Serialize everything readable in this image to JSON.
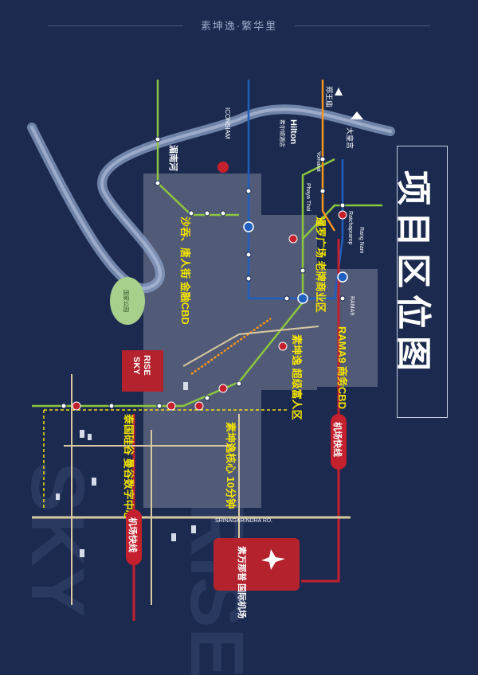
{
  "header": {
    "title": "素坤逸·繁华里"
  },
  "side_title": "项目区位图",
  "zones": {
    "cbd1": "沙吞、唐人街 金融CBD",
    "cbd2": "暹罗广场 老牌商业区",
    "rich": "素坤逸 超级富人区",
    "rama9": "RAMA9 商务CBD",
    "digital": "泰国硅谷 曼谷数字中心",
    "core": "素坤逸核心 10分钟"
  },
  "roads": {
    "srinagarindra": "SRINAGARINDRA RD.",
    "rama9_rd": "RAMA9",
    "ratchaprarop": "Ratchaprarop",
    "rang_nam": "Rang Nam",
    "yomarat": "Yomarat",
    "phaya_thai": "Phaya Thai"
  },
  "labels": {
    "hilton": "Hilton",
    "hilton_cn": "希尔顿酒店",
    "iconsiam": "ICONSIAM",
    "palace": "大皇宫",
    "king_palace": "郑王庙",
    "lumpini": "国家公园",
    "river_label": "湄南河",
    "airport_link1": "机场快线",
    "airport_link2": "机场快线",
    "airport": "素万那普 国际机场",
    "sky": "SKY",
    "rise": "RISE",
    "watermark1": "SKY",
    "watermark2": "RISE"
  },
  "colors": {
    "background": "#1b2a4e",
    "zone": "#5b647f",
    "green_line": "#8dc63f",
    "blue_line": "#1e5fc0",
    "red_line": "#c4202e",
    "orange_line": "#f7941d",
    "yellow_text": "#f5e400",
    "river": "#8da2c8",
    "airport_box": "#b3222d"
  }
}
